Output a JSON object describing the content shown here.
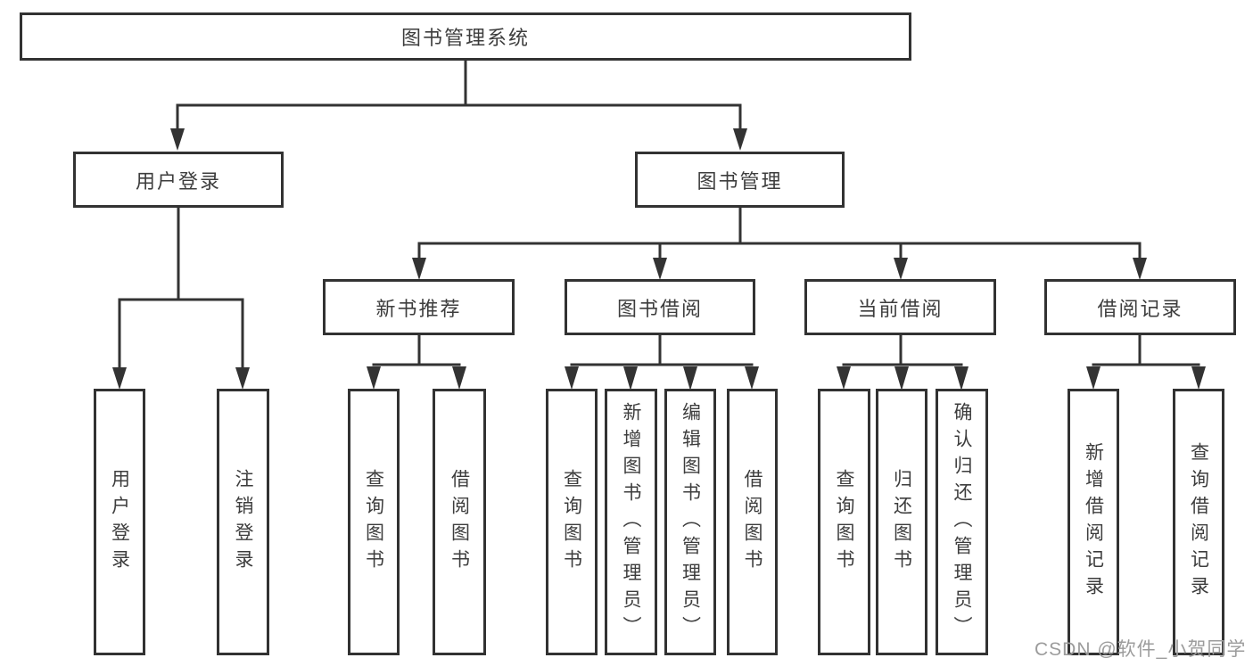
{
  "colors": {
    "line": "#333333",
    "box_border": "#323232",
    "text": "#3d3d3d",
    "watermark": "#9c9c9c"
  },
  "tree": {
    "root": {
      "label": "图书管理系统"
    },
    "branches": [
      {
        "label": "用户登录",
        "children": [
          "用户登录",
          "注销登录"
        ]
      },
      {
        "label": "图书管理",
        "children": [
          {
            "label": "新书推荐",
            "children": [
              "查询图书",
              "借阅图书"
            ]
          },
          {
            "label": "图书借阅",
            "children": [
              "查询图书",
              "新增图书（管理员）",
              "编辑图书（管理员）",
              "借阅图书"
            ]
          },
          {
            "label": "当前借阅",
            "children": [
              "查询图书",
              "归还图书",
              "确认归还（管理员）"
            ]
          },
          {
            "label": "借阅记录",
            "children": [
              "新增借阅记录",
              "查询借阅记录"
            ]
          }
        ]
      }
    ]
  },
  "watermark": "CSDN @软件_小贺同学"
}
